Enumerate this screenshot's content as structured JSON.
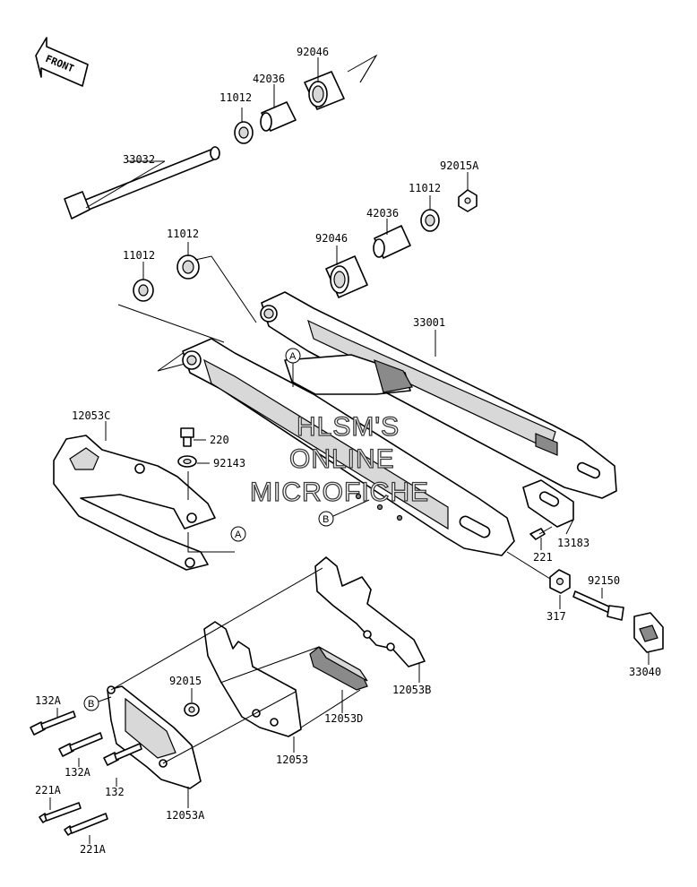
{
  "front_label": "FRONT",
  "watermark": {
    "line1": "HLSM'S",
    "line2": "ONLINE",
    "line3": "MICROFICHE"
  },
  "parts": {
    "p92046_top": "92046",
    "p42036_top": "42036",
    "p11012_top": "11012",
    "p33032": "33032",
    "p92015A": "92015A",
    "p11012_right": "11012",
    "p42036_right": "42036",
    "p92046_right": "92046",
    "p11012_mid": "11012",
    "p11012_left": "11012",
    "p33001": "33001",
    "p12053C": "12053C",
    "p220": "220",
    "p92143": "92143",
    "p13183": "13183",
    "p221": "221",
    "p92150": "92150",
    "p317": "317",
    "p33040": "33040",
    "p92015": "92015",
    "p12053B": "12053B",
    "p12053D": "12053D",
    "p12053": "12053",
    "p132A_top": "132A",
    "p132A_bottom": "132A",
    "p132": "132",
    "p221A_top": "221A",
    "p221A_bottom": "221A",
    "p12053A": "12053A"
  },
  "refs": {
    "A": "A",
    "B": "B"
  }
}
